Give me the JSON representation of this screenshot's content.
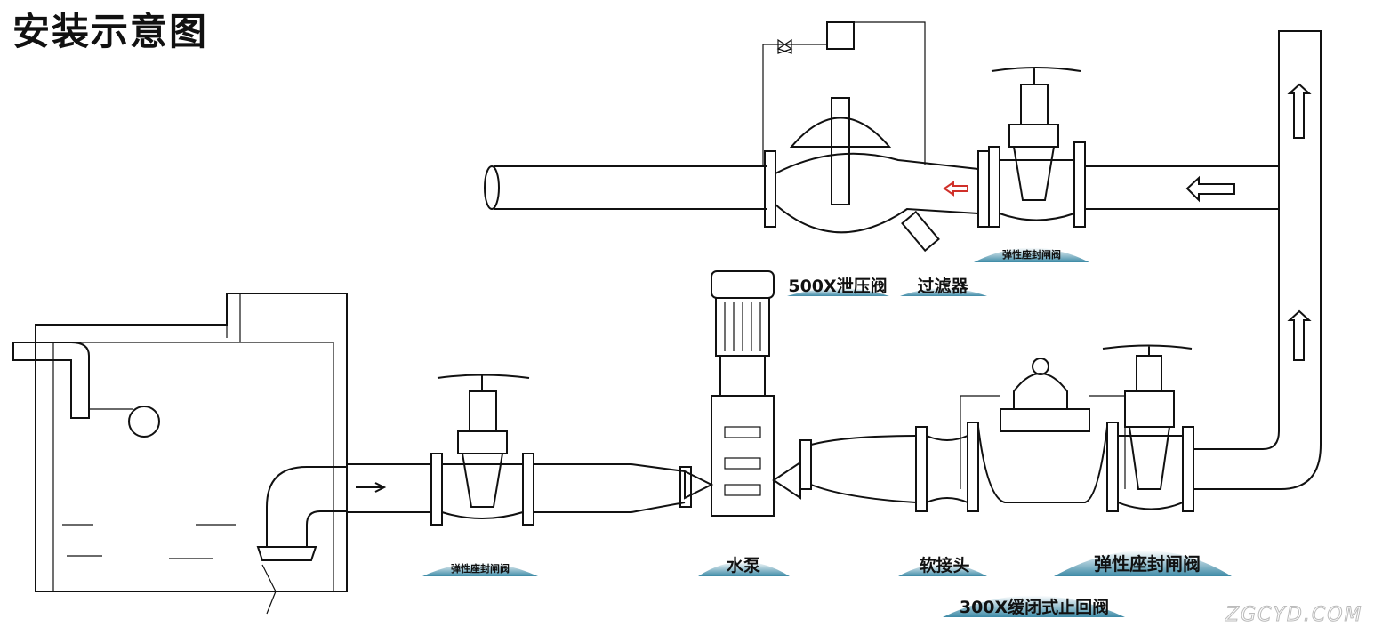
{
  "title": "安装示意图",
  "labels": {
    "gate_valve_top": "弹性座封闸阀",
    "relief_valve": "500X泄压阀",
    "filter": "过滤器",
    "gate_valve_left": "弹性座封闸阀",
    "pump": "水泵",
    "flex_joint": "软接头",
    "gate_valve_right": "弹性座封闸阀",
    "check_valve": "300X缓闭式止回阀"
  },
  "watermark": "ZGCYD.COM",
  "colors": {
    "label_bg": "#4a90a8",
    "flow_arrow": "#d0302a"
  }
}
